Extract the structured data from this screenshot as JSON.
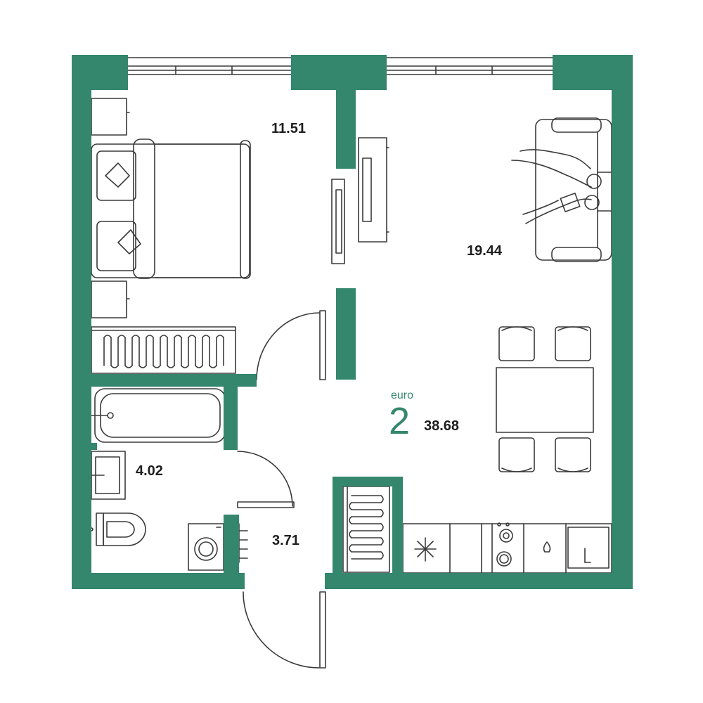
{
  "colors": {
    "wall": "#34866c",
    "furniture": "#3a3a3a",
    "background": "#ffffff",
    "accent_text": "#34866c",
    "label_text": "#1e1e1e"
  },
  "apartment": {
    "type_label": "euro",
    "rooms_count": "2",
    "total_area": "38.68"
  },
  "rooms": {
    "bedroom_area": "11.51",
    "living_area": "19.44",
    "bathroom_area": "4.02",
    "hall_area": "3.71"
  },
  "icons": [
    "bed-icon",
    "sofa-icon",
    "people-icon",
    "table-icon",
    "chair-icon",
    "bathtub-icon",
    "sink-icon",
    "toilet-icon",
    "washing-machine-icon",
    "fridge-icon",
    "stove-icon",
    "kitchen-sink-icon",
    "radiator-icon",
    "tv-icon",
    "door-icon",
    "window-icon"
  ]
}
